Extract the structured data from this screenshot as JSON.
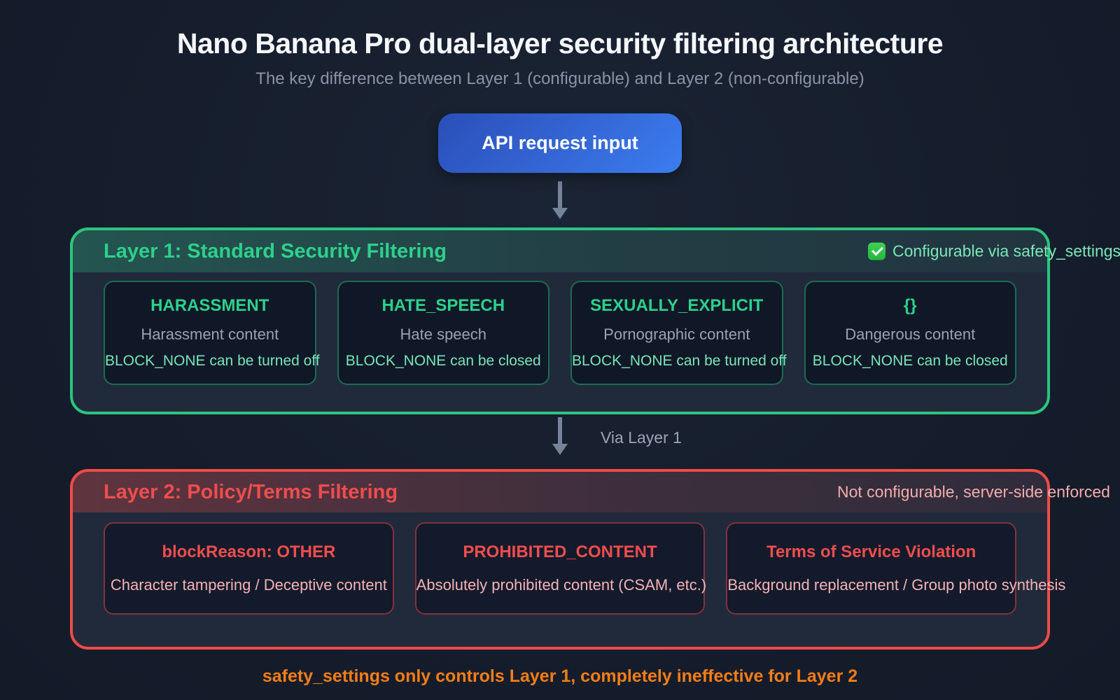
{
  "header": {
    "title": "Nano Banana Pro dual-layer security filtering architecture",
    "subtitle": "The key difference between Layer 1 (configurable) and Layer 2 (non-configurable)"
  },
  "flow": {
    "input_label": "API request input",
    "via_label": "Via Layer 1"
  },
  "layers": [
    {
      "title": "Layer 1: Standard Security Filtering",
      "badge": "Configurable via safety_settings",
      "badge_icon": "check-icon",
      "cards": [
        {
          "title": "HARASSMENT",
          "subtitle": "Harassment content",
          "note": "BLOCK_NONE can be turned off"
        },
        {
          "title": "HATE_SPEECH",
          "subtitle": "Hate speech",
          "note": "BLOCK_NONE can be closed"
        },
        {
          "title": "SEXUALLY_EXPLICIT",
          "subtitle": "Pornographic content",
          "note": "BLOCK_NONE can be turned off"
        },
        {
          "title": "{}",
          "subtitle": "Dangerous content",
          "note": "BLOCK_NONE can be closed"
        }
      ]
    },
    {
      "title": "Layer 2: Policy/Terms Filtering",
      "badge": "Not configurable, server-side enforced",
      "cards": [
        {
          "title": "blockReason: OTHER",
          "subtitle": "Character tampering / Deceptive content"
        },
        {
          "title": "PROHIBITED_CONTENT",
          "subtitle": "Absolutely prohibited content (CSAM, etc.)"
        },
        {
          "title": "Terms of Service Violation",
          "subtitle": "Background replacement / Group photo synthesis"
        }
      ]
    }
  ],
  "footnote": "safety_settings only controls Layer 1, completely ineffective for Layer 2",
  "colors": {
    "background": "#151d2c",
    "layer1_accent": "#2cc47c",
    "layer1_text": "#2cd18b",
    "layer1_badge_text": "#7ce8b9",
    "layer2_accent": "#ef4b47",
    "layer2_text": "#ef4d4d",
    "layer2_badge_text": "#f5acac",
    "button_blue_start": "#2a4fb8",
    "button_blue_end": "#3b7df0",
    "footnote_orange": "#f57d16",
    "arrow_gray": "#76849a"
  }
}
